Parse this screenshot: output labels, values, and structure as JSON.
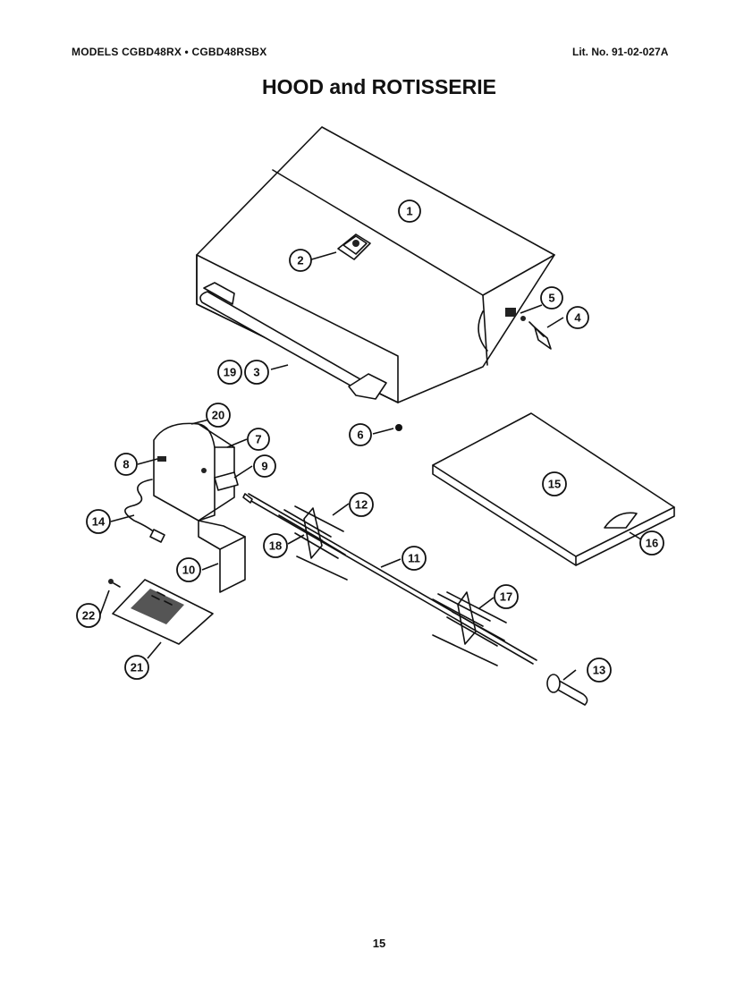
{
  "header": {
    "models": "MODELS CGBD48RX • CGBD48RSBX",
    "lit_no": "Lit. No. 91-02-027A"
  },
  "title": "HOOD and ROTISSERIE",
  "page_number": "15",
  "callouts": {
    "c1": "1",
    "c2": "2",
    "c3": "3",
    "c4": "4",
    "c5": "5",
    "c6": "6",
    "c7": "7",
    "c8": "8",
    "c9": "9",
    "c10": "10",
    "c11": "11",
    "c12": "12",
    "c13": "13",
    "c14": "14",
    "c15": "15",
    "c16": "16",
    "c17": "17",
    "c18": "18",
    "c19": "19",
    "c20": "20",
    "c21": "21",
    "c22": "22"
  }
}
